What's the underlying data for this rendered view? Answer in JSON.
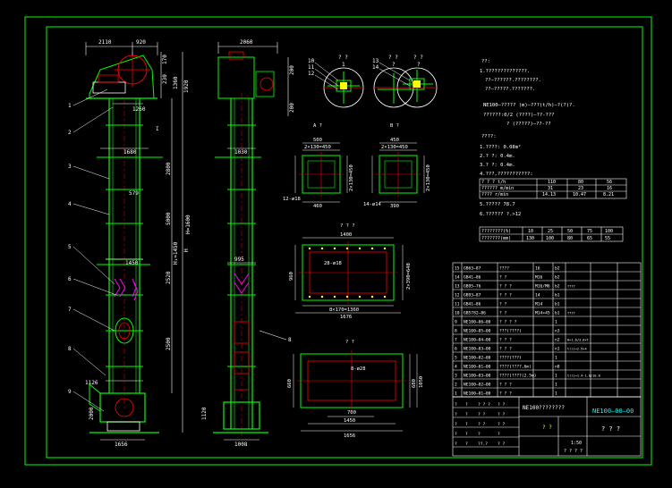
{
  "colors": {
    "background": "#000000",
    "frame": "#00ff00",
    "structure": "#00ff00",
    "dimension": "#ffffff",
    "text": "#ffffff",
    "highlight": "#ff0000",
    "accent": "#ff00ff",
    "blue_line": "#0000ff",
    "yellow_text": "#ffff00",
    "cyan": "#00ffff"
  },
  "front_view": {
    "top_dims": [
      "2110",
      "920"
    ],
    "dim_1260": "1260",
    "dim_1680": "1680",
    "dim_1450": "1450",
    "dim_1126": "1126",
    "bottom_dim": "1656",
    "vertical_dims": [
      "170",
      "230",
      "1360",
      "1920",
      "2800",
      "5000",
      "2520",
      "2500",
      "2000"
    ],
    "height_label": "H=1600",
    "h_label": "H",
    "h1_label": "H₁=1450",
    "balloons": [
      "1",
      "2",
      "3",
      "4",
      "5",
      "6",
      "7",
      "8",
      "9"
    ],
    "section_mark": "I",
    "section_label": "579"
  },
  "side_view": {
    "top_dim": "2060",
    "dim_1030": "1030",
    "dim_995": "995",
    "bottom_dim": "1008",
    "vertical_dims": [
      "200",
      "200",
      "1120"
    ],
    "balloon": "8"
  },
  "circle_details": [
    {
      "marks": [
        "10",
        "11",
        "12"
      ],
      "title": "? ?",
      "sub": "1"
    },
    {
      "marks": [],
      "title": "? ?",
      "sub": "?"
    },
    {
      "marks": [
        "13",
        "14"
      ],
      "title": "? ?",
      "sub": "?"
    }
  ],
  "flanges": [
    {
      "title": "A ?",
      "dims": [
        "500",
        "2×130=450",
        "2×130=450",
        "460"
      ],
      "note": "12-ø18"
    },
    {
      "title": "B ?",
      "dims": [
        "450",
        "2×130=450",
        "2×130=450",
        "390"
      ],
      "note": "14-ø14"
    }
  ],
  "top_plan": {
    "title": "? ? ?",
    "dims": [
      "1400",
      "8×170=1360",
      "1676",
      "960",
      "2×390=640"
    ],
    "note": "28-ø18"
  },
  "bottom_plan": {
    "title": "? ?",
    "dims": [
      "1450",
      "1656",
      "700",
      "660",
      "680",
      "1050"
    ],
    "note": "8-ø28"
  },
  "notes": {
    "heading": "??:",
    "items": [
      "1.??????????????.",
      "??—??????.????????.",
      "??—?????.???????.",
      "NE100—????? (m)—???(t/h)—?(?)?.",
      "??????:0/2 (????)—??-???",
      "? (?????)—??-??"
    ],
    "params_heading": "????:",
    "params": [
      "1.????:   0.08m²",
      "2.?  ?:   0.4m.",
      "3.?  ?:   0.4m.",
      "4.???,???????????:"
    ],
    "extra": [
      "5.????? 78.7",
      "6.??????   ?.>12"
    ]
  },
  "speed_table": {
    "header": [
      "? ? ?   t/h",
      "110",
      "80",
      "56"
    ],
    "rows": [
      [
        "?????? m/min",
        "31",
        "23",
        "16"
      ],
      [
        "????  r/min",
        "14.13",
        "10.47",
        "8.21"
      ]
    ]
  },
  "size_table": {
    "rows": [
      [
        "????????(%)",
        "10",
        "25",
        "50",
        "75",
        "100"
      ],
      [
        "???????(mm)",
        "130",
        "100",
        "80",
        "65",
        "55"
      ]
    ]
  },
  "bom": [
    [
      "15",
      "GB63—87",
      "????",
      "16",
      "b2",
      ""
    ],
    [
      "14",
      "GB41—86",
      "?  ?",
      "M16",
      "b2",
      ""
    ],
    [
      "13",
      "GB95—76",
      "?  ?  ?",
      "M16/M6",
      "b2",
      "????"
    ],
    [
      "12",
      "GB93—87",
      "?  ?  ?",
      "14",
      "b1",
      ""
    ],
    [
      "11",
      "GB41—86",
      "?  ?",
      "M14",
      "b1",
      ""
    ],
    [
      "10",
      "GB5782—86",
      "?  ?",
      "M14×45",
      "b1",
      "????"
    ],
    [
      "9",
      "NE100—06—00",
      "?  ?  ?  ?",
      "",
      "1",
      ""
    ],
    [
      "8",
      "NE100—05—00",
      "???(????)",
      "",
      "n3",
      ""
    ],
    [
      "7",
      "NE100—04—00",
      "?  ?  ?",
      "",
      "n2",
      "H=1.6/3.0×t"
    ],
    [
      "6",
      "NE100—03—00",
      "?  ?  ?",
      "",
      "n1",
      "t(l)=2.5×4"
    ],
    [
      "5",
      "NE100—02—00",
      "????(???)",
      "",
      "1",
      ""
    ],
    [
      "4",
      "NE100—01—00",
      "????(????,6m)",
      "",
      "n0",
      ""
    ],
    [
      "3",
      "NE100—03—00",
      "????(????(2.5m)",
      "",
      "1",
      "t(l)=1.4-1.0/10.8"
    ],
    [
      "2",
      "NE100—02—00",
      "?  ?  ?",
      "",
      "1",
      ""
    ],
    [
      "1",
      "NE100—01—00",
      "?  ?  ?",
      "",
      "1",
      ""
    ]
  ],
  "title_block": {
    "product": "NE100????????",
    "sub": "?  ?",
    "drawing_no": "NE100—00—00",
    "part_name": "?  ?  ?",
    "scale": "1:50",
    "rows": [
      [
        "?",
        "?",
        "?  ?  ?",
        "?  ?"
      ],
      [
        "?",
        "?",
        "?  ?",
        "?  ?"
      ],
      [
        "?",
        "?",
        "?  ?",
        "?  ?"
      ],
      [
        "?",
        "?",
        "?",
        "?"
      ],
      [
        "?",
        "?",
        "??.?",
        "?  ?"
      ]
    ],
    "sheet": "?  ?  ?  ?"
  }
}
